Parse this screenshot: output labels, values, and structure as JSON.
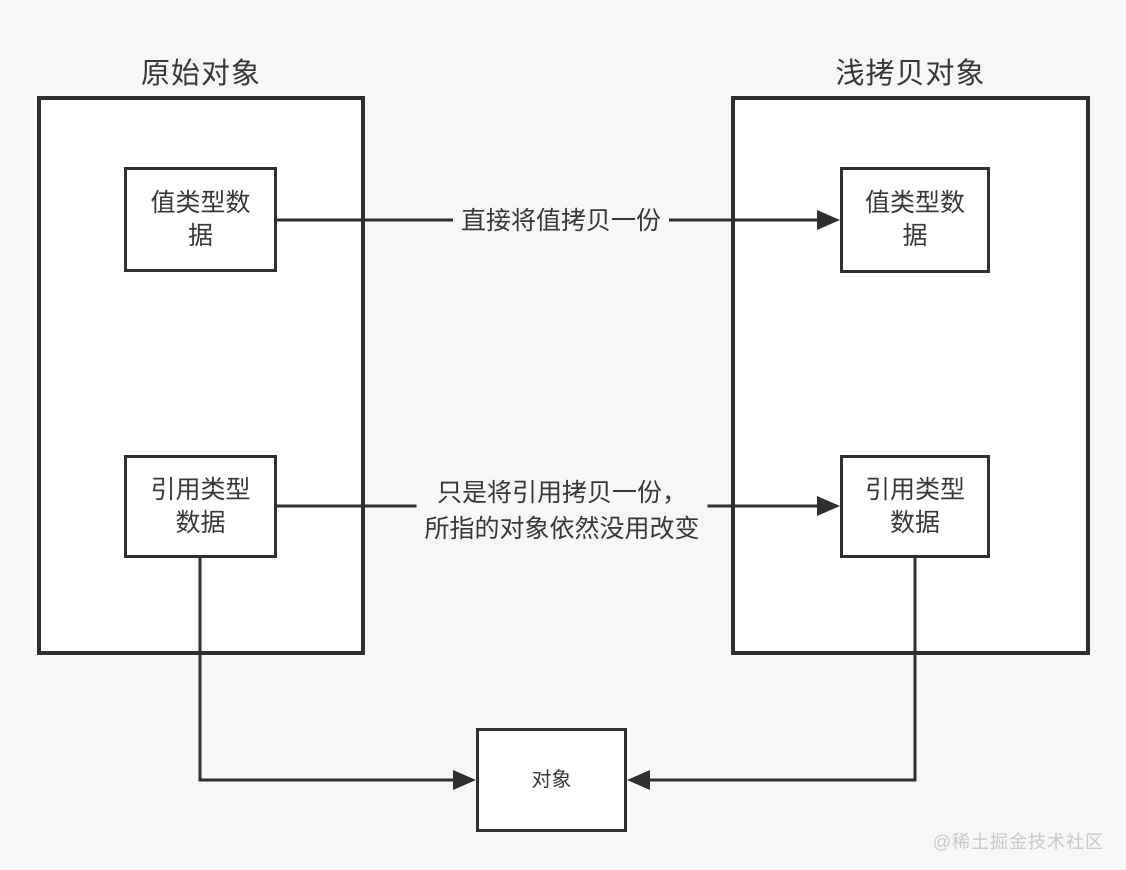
{
  "colors": {
    "bg": "#f7f7f8",
    "stroke": "#2f2f31",
    "text": "#38383a",
    "watermark": "#c9c9c9"
  },
  "diagram": {
    "left_group": {
      "title": "原始对象",
      "value_box": {
        "label": "值类型数据",
        "lines": [
          "值类型数",
          "据"
        ]
      },
      "ref_box": {
        "label": "引用类型数据",
        "lines": [
          "引用类型",
          "数据"
        ]
      }
    },
    "right_group": {
      "title": "浅拷贝对象",
      "value_box": {
        "label": "值类型数据",
        "lines": [
          "值类型数",
          "据"
        ]
      },
      "ref_box": {
        "label": "引用类型数据",
        "lines": [
          "引用类型",
          "数据"
        ]
      }
    },
    "bottom_box": {
      "label": "对象"
    },
    "edges": {
      "value_copy": {
        "label": "直接将值拷贝一份"
      },
      "ref_copy": {
        "label_lines": [
          "只是将引用拷贝一份，",
          "所指的对象依然没用改变"
        ]
      }
    },
    "watermark": "@稀土掘金技术社区"
  }
}
